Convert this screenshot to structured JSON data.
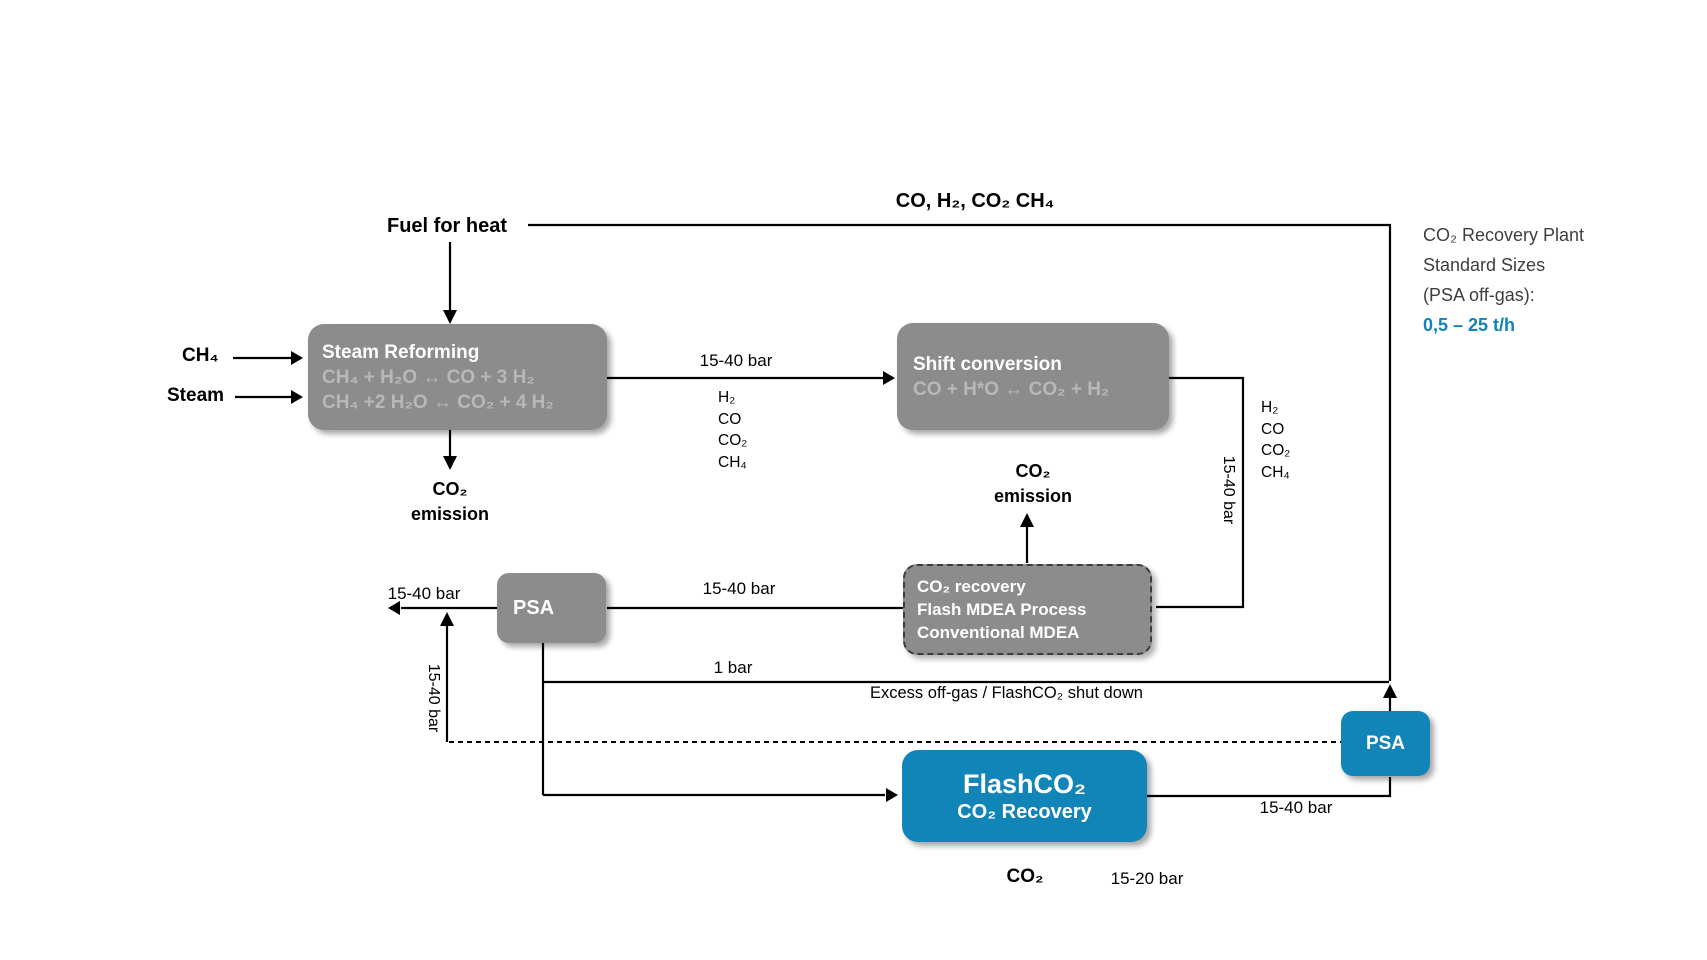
{
  "labels": {
    "fuel_for_heat": "Fuel for heat",
    "top_gas": "CO, H₂, CO₂ CH₄",
    "ch4_in": "CH₄",
    "steam_in": "Steam",
    "emission_left_1": "CO₂",
    "emission_left_2": "emission",
    "emission_mid_1": "CO₂",
    "emission_mid_2": "emission",
    "co2_bottom": "CO₂",
    "excess": "Excess off-gas / FlashCO₂ shut down"
  },
  "pressures": {
    "main_line": "15-40 bar",
    "shift_down_rot": "15-40 bar",
    "mdea_to_psa": "15-40 bar",
    "psa_out": "15-40 bar",
    "return_rot": "15-40 bar",
    "one_bar": "1 bar",
    "flash_out": "15-40 bar",
    "co2_product": "15-20 bar"
  },
  "boxes": {
    "reformer": {
      "title": "Steam Reforming",
      "eq1": "CH₄ + H₂O  ↔ CO + 3 H₂",
      "eq2": "CH₄ +2 H₂O ↔ CO₂ + 4 H₂"
    },
    "shift": {
      "title": "Shift conversion",
      "eq": "CO + H*O ↔ CO₂ + H₂"
    },
    "mdea": {
      "line1": "CO₂ recovery",
      "line2": "Flash MDEA Process",
      "line3": "Conventional MDEA"
    },
    "psa_left": "PSA",
    "psa_right": "PSA",
    "flash": {
      "title": "FlashCO₂",
      "subtitle": "CO₂ Recovery"
    }
  },
  "gases_left": [
    "H₂",
    "CO",
    "CO₂",
    "CH₄"
  ],
  "gases_right": [
    "H₂",
    "CO",
    "CO₂",
    "CH₄"
  ],
  "info_panel": {
    "line1": "CO₂ Recovery Plant",
    "line2": "Standard Sizes",
    "line3": "(PSA off-gas):",
    "highlight": "0,5 – 25 t/h"
  },
  "colors": {
    "brand_blue": "#1285b8",
    "box_gray": "#8c8c8c",
    "equation_gray": "#b8b8b8",
    "info_text": "#3e3e3e"
  }
}
